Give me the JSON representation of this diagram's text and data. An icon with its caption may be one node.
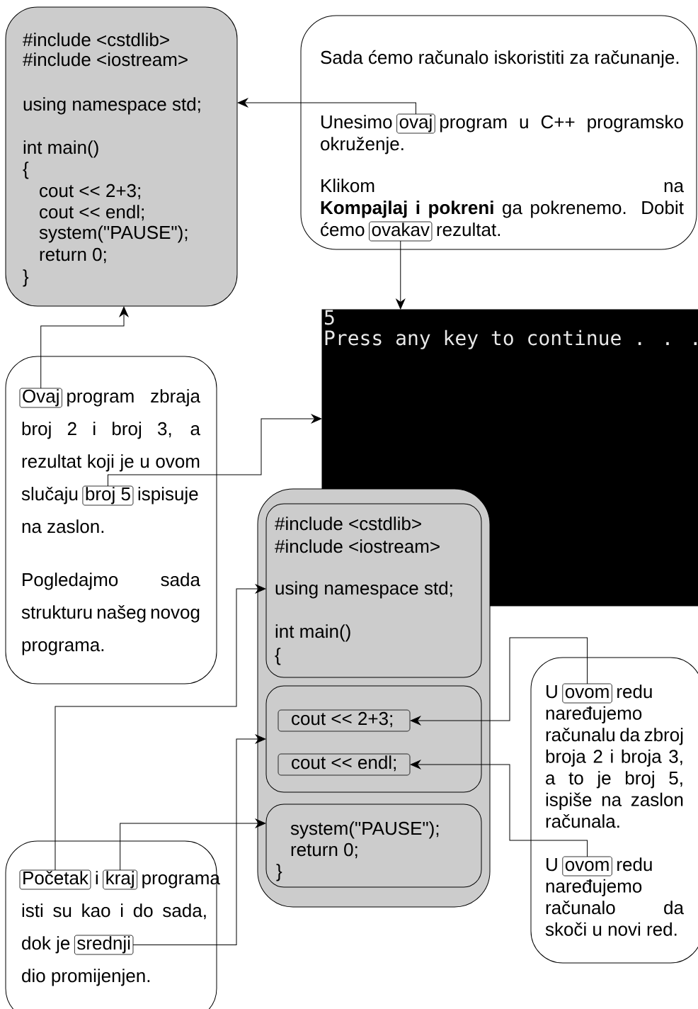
{
  "diagram": {
    "nodes": [
      {
        "text": [
          "#include <cstdlib>",
          "#include <iostream>",
          "using namespace std;",
          "int main()",
          "{",
          "cout << 2+3;",
          "cout << endl;",
          "system(\"PAUSE\");",
          "return 0;",
          "}"
        ]
      },
      {
        "text": [
          "Sada ćemo računalo iskoristiti za računanje.",
          "Unesimo",
          "program u C++ programsko okruženje.",
          "Klikom na **Kompajlaj i pokreni** ga pokrenemo. Dobit ćemo",
          "rezultat."
        ]
      },
      {
        "text": [
          "ovaj"
        ],
        "in": 1
      },
      {
        "text": [
          "ovakav"
        ],
        "in": 1
      },
      {
        "text": [
          "5",
          "Press any key to continue . . ."
        ]
      },
      {
        "text": [
          "program zbraja broj 2 i broj 3, a rezultat koji je u ovom slučaju",
          "ispisuje na zaslon.",
          "Pogledajmo sada strukturu našeg novog programa."
        ]
      },
      {
        "text": [
          "Ovaj"
        ],
        "in": 5
      },
      {
        "text": [
          "broj 5"
        ],
        "in": 5
      },
      {
        "text": [],
        "shape": "box"
      },
      {
        "text": [
          "#include <cstdlib>",
          "#include <iostream>",
          "using namespace std;",
          "int main()",
          "{"
        ],
        "in": 8
      },
      {
        "text": [],
        "shape": "box",
        "in": 8
      },
      {
        "text": [
          "cout << 2+3;"
        ],
        "in": 10
      },
      {
        "text": [
          "cout << endl;"
        ],
        "in": 10
      },
      {
        "text": [
          "system(\"PAUSE\");",
          "return 0;",
          "}"
        ],
        "in": 8
      },
      {
        "text": [
          "i",
          "programa isti su kao i do sada, dok je",
          "dio promijenjen."
        ]
      },
      {
        "text": [
          "Početak"
        ],
        "in": 14
      },
      {
        "text": [
          "kraj"
        ],
        "in": 14
      },
      {
        "text": [
          "srednji"
        ],
        "in": 14
      },
      {
        "text": [
          "U",
          "redu naređujemo računalu da zbroj broja 2 i broja 3, a to je broj 5, ispiše na zaslon računala.",
          "U",
          "redu naređujemo računalo da skoči u novi red."
        ]
      },
      {
        "text": [
          "ovom"
        ],
        "in": 18
      },
      {
        "text": [
          "ovom"
        ],
        "in": 18
      }
    ],
    "edges": [
      {
        "from": 2,
        "to": 0,
        "arrow": "to"
      },
      {
        "from": 3,
        "to": 4,
        "arrow": "to"
      },
      {
        "from": 6,
        "to": 0,
        "arrow": "to"
      },
      {
        "from": 7,
        "to": 4,
        "arrow": "to"
      },
      {
        "from": 15,
        "to": 9,
        "arrow": "to"
      },
      {
        "from": 16,
        "to": 13,
        "arrow": "to"
      },
      {
        "from": 17,
        "to": 10,
        "arrow": "to"
      },
      {
        "from": 19,
        "to": 11,
        "arrow": "to"
      },
      {
        "from": 20,
        "to": 12,
        "arrow": "to"
      }
    ]
  }
}
